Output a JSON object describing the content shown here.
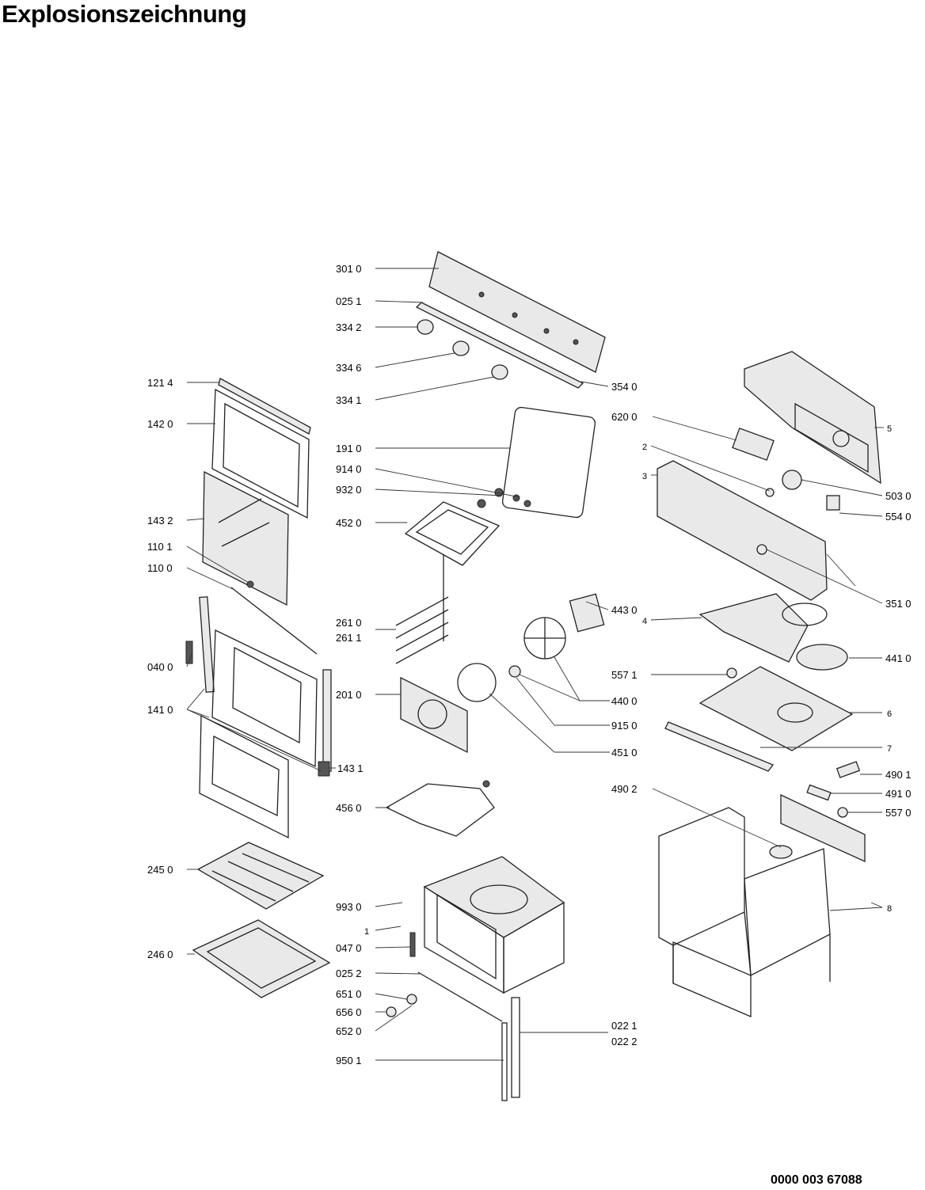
{
  "title": "Explosionszeichnung",
  "document_number": "0000 003 67088",
  "callouts": [
    "301 0",
    "025 1",
    "334 2",
    "334 6",
    "334 1",
    "354 0",
    "121 4",
    "142 0",
    "143 2",
    "110 1",
    "110 0",
    "040 0",
    "141 0",
    "143 1",
    "191 0",
    "914 0",
    "932 0",
    "452 0",
    "261 0",
    "261 1",
    "201 0",
    "443 0",
    "440 0",
    "915 0",
    "451 0",
    "456 0",
    "620 0",
    "2",
    "3",
    "5",
    "503 0",
    "554 0",
    "351 0",
    "4",
    "441 0",
    "557 1",
    "6",
    "7",
    "490 1",
    "491 0",
    "557 0",
    "490 2",
    "8",
    "245 0",
    "246 0",
    "993 0",
    "1",
    "047 0",
    "025 2",
    "651 0",
    "656 0",
    "652 0",
    "022 1",
    "022 2",
    "950 1"
  ]
}
